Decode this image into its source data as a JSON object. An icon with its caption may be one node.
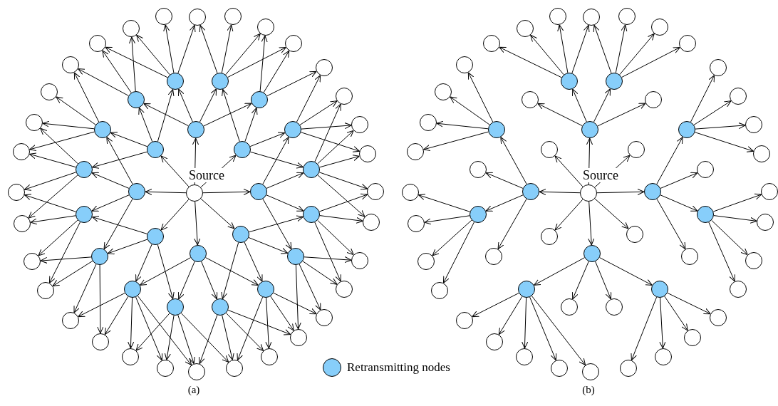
{
  "diagram": {
    "nodes": [
      {
        "text": [
          "Source"
        ]
      },
      {
        "text": [],
        "shape": "circle"
      },
      {
        "text": [],
        "shape": "circle"
      },
      {
        "text": [],
        "shape": "circle"
      },
      {
        "text": [],
        "shape": "circle"
      },
      {
        "text": [],
        "shape": "circle"
      },
      {
        "text": [],
        "shape": "circle"
      },
      {
        "text": [],
        "shape": "circle"
      },
      {
        "text": [],
        "shape": "circle"
      },
      {
        "text": [],
        "shape": "circle"
      },
      {
        "text": [],
        "shape": "circle"
      },
      {
        "text": [],
        "shape": "circle"
      },
      {
        "text": [],
        "shape": "circle"
      },
      {
        "text": [],
        "shape": "circle"
      },
      {
        "text": [],
        "shape": "circle"
      },
      {
        "text": [],
        "shape": "circle"
      },
      {
        "text": [],
        "shape": "circle"
      },
      {
        "text": [],
        "shape": "circle"
      },
      {
        "text": [],
        "shape": "circle"
      },
      {
        "text": [],
        "shape": "circle"
      },
      {
        "text": [],
        "shape": "circle"
      },
      {
        "text": [],
        "shape": "circle"
      },
      {
        "text": [],
        "shape": "circle"
      },
      {
        "text": [],
        "shape": "circle"
      },
      {
        "text": [],
        "shape": "circle"
      },
      {
        "text": [],
        "shape": "circle"
      },
      {
        "text": [],
        "shape": "circle"
      },
      {
        "text": [],
        "shape": "circle"
      },
      {
        "text": [],
        "shape": "circle"
      },
      {
        "text": [],
        "shape": "circle"
      },
      {
        "text": [],
        "shape": "circle"
      },
      {
        "text": [],
        "shape": "circle"
      },
      {
        "text": [],
        "shape": "circle"
      },
      {
        "text": [],
        "shape": "circle"
      },
      {
        "text": [],
        "shape": "circle"
      },
      {
        "text": [],
        "shape": "circle"
      },
      {
        "text": [],
        "shape": "circle"
      },
      {
        "text": [],
        "shape": "circle"
      },
      {
        "text": [],
        "shape": "circle"
      },
      {
        "text": [],
        "shape": "circle"
      },
      {
        "text": [],
        "shape": "circle"
      },
      {
        "text": [],
        "shape": "circle"
      },
      {
        "text": [],
        "shape": "circle"
      },
      {
        "text": [],
        "shape": "circle"
      },
      {
        "text": [],
        "shape": "circle"
      },
      {
        "text": [],
        "shape": "circle"
      },
      {
        "text": [],
        "shape": "circle"
      },
      {
        "text": [],
        "shape": "circle"
      },
      {
        "text": [],
        "shape": "circle"
      },
      {
        "text": [],
        "shape": "circle"
      },
      {
        "text": [],
        "shape": "circle"
      },
      {
        "text": [],
        "shape": "circle"
      },
      {
        "text": [],
        "shape": "circle"
      },
      {
        "text": [],
        "shape": "circle"
      },
      {
        "text": [],
        "shape": "circle"
      },
      {
        "text": [],
        "shape": "circle"
      },
      {
        "text": [],
        "shape": "circle"
      },
      {
        "text": [
          "Source"
        ]
      },
      {
        "text": [],
        "shape": "circle"
      },
      {
        "text": [],
        "shape": "circle"
      },
      {
        "text": [],
        "shape": "circle"
      },
      {
        "text": [],
        "shape": "circle"
      },
      {
        "text": [],
        "shape": "circle"
      },
      {
        "text": [],
        "shape": "circle"
      },
      {
        "text": [],
        "shape": "circle"
      },
      {
        "text": [],
        "shape": "circle"
      },
      {
        "text": [],
        "shape": "circle"
      },
      {
        "text": [],
        "shape": "circle"
      },
      {
        "text": [],
        "shape": "circle"
      },
      {
        "text": [],
        "shape": "circle"
      },
      {
        "text": [],
        "shape": "circle"
      },
      {
        "text": [],
        "shape": "circle"
      },
      {
        "text": [],
        "shape": "circle"
      },
      {
        "text": [],
        "shape": "circle"
      },
      {
        "text": [],
        "shape": "circle"
      },
      {
        "text": [],
        "shape": "circle"
      },
      {
        "text": [],
        "shape": "circle"
      },
      {
        "text": [],
        "shape": "circle"
      },
      {
        "text": [],
        "shape": "circle"
      },
      {
        "text": [],
        "shape": "circle"
      },
      {
        "text": [],
        "shape": "circle"
      },
      {
        "text": [],
        "shape": "circle"
      },
      {
        "text": [],
        "shape": "circle"
      },
      {
        "text": [],
        "shape": "circle"
      },
      {
        "text": [],
        "shape": "circle"
      },
      {
        "text": [],
        "shape": "circle"
      },
      {
        "text": [],
        "shape": "circle"
      },
      {
        "text": [],
        "shape": "circle"
      },
      {
        "text": [],
        "shape": "circle"
      },
      {
        "text": [],
        "shape": "circle"
      },
      {
        "text": [],
        "shape": "circle"
      },
      {
        "text": [],
        "shape": "circle"
      },
      {
        "text": [],
        "shape": "circle"
      },
      {
        "text": [],
        "shape": "circle"
      },
      {
        "text": [],
        "shape": "circle"
      },
      {
        "text": [],
        "shape": "circle"
      },
      {
        "text": [],
        "shape": "circle"
      },
      {
        "text": [],
        "shape": "circle"
      },
      {
        "text": [],
        "shape": "circle"
      },
      {
        "text": [],
        "shape": "circle"
      },
      {
        "text": [],
        "shape": "circle"
      },
      {
        "text": [],
        "shape": "circle"
      },
      {
        "text": [],
        "shape": "circle"
      },
      {
        "text": [],
        "shape": "circle"
      },
      {
        "text": [],
        "shape": "circle"
      },
      {
        "text": [],
        "shape": "circle"
      },
      {
        "text": [],
        "shape": "circle"
      },
      {
        "text": [],
        "shape": "circle"
      },
      {
        "text": [],
        "shape": "circle"
      },
      {
        "text": [],
        "shape": "circle"
      },
      {
        "text": [],
        "shape": "circle"
      },
      {
        "text": [],
        "shape": "circle"
      },
      {
        "text": [],
        "shape": "circle"
      },
      {
        "text": [],
        "shape": "circle"
      }
    ],
    "edges": [
      {
        "from": 0,
        "to": 6,
        "arrow": "to"
      },
      {
        "from": 0,
        "to": 7,
        "arrow": "to"
      },
      {
        "from": 0,
        "to": 8,
        "arrow": "to"
      },
      {
        "from": 0,
        "to": 12,
        "arrow": "to"
      },
      {
        "from": 0,
        "to": 13,
        "arrow": "to"
      },
      {
        "from": 0,
        "to": 16,
        "arrow": "to"
      },
      {
        "from": 0,
        "to": 17,
        "arrow": "to"
      },
      {
        "from": 0,
        "to": 18,
        "arrow": "to"
      },
      {
        "from": 1,
        "to": 30,
        "arrow": "to"
      },
      {
        "from": 1,
        "to": 31,
        "arrow": "to"
      },
      {
        "from": 1,
        "to": 32,
        "arrow": "to"
      },
      {
        "from": 1,
        "to": 33,
        "arrow": "to"
      },
      {
        "from": 2,
        "to": 33,
        "arrow": "to"
      },
      {
        "from": 2,
        "to": 34,
        "arrow": "to"
      },
      {
        "from": 2,
        "to": 35,
        "arrow": "to"
      },
      {
        "from": 2,
        "to": 36,
        "arrow": "to"
      },
      {
        "from": 3,
        "to": 29,
        "arrow": "to"
      },
      {
        "from": 3,
        "to": 30,
        "arrow": "to"
      },
      {
        "from": 3,
        "to": 31,
        "arrow": "to"
      },
      {
        "from": 4,
        "to": 35,
        "arrow": "to"
      },
      {
        "from": 4,
        "to": 36,
        "arrow": "to"
      },
      {
        "from": 4,
        "to": 37,
        "arrow": "to"
      },
      {
        "from": 5,
        "to": 26,
        "arrow": "to"
      },
      {
        "from": 5,
        "to": 27,
        "arrow": "to"
      },
      {
        "from": 5,
        "to": 28,
        "arrow": "to"
      },
      {
        "from": 5,
        "to": 29,
        "arrow": "to"
      },
      {
        "from": 6,
        "to": 1,
        "arrow": "to"
      },
      {
        "from": 6,
        "to": 2,
        "arrow": "to"
      },
      {
        "from": 6,
        "to": 3,
        "arrow": "to"
      },
      {
        "from": 6,
        "to": 4,
        "arrow": "to"
      },
      {
        "from": 7,
        "to": 1,
        "arrow": "to"
      },
      {
        "from": 7,
        "to": 3,
        "arrow": "to"
      },
      {
        "from": 7,
        "to": 5,
        "arrow": "to"
      },
      {
        "from": 7,
        "to": 10,
        "arrow": "to"
      },
      {
        "from": 8,
        "to": 2,
        "arrow": "to"
      },
      {
        "from": 8,
        "to": 4,
        "arrow": "to"
      },
      {
        "from": 8,
        "to": 9,
        "arrow": "to"
      },
      {
        "from": 8,
        "to": 11,
        "arrow": "to"
      },
      {
        "from": 9,
        "to": 37,
        "arrow": "to"
      },
      {
        "from": 9,
        "to": 38,
        "arrow": "to"
      },
      {
        "from": 9,
        "to": 39,
        "arrow": "to"
      },
      {
        "from": 9,
        "to": 40,
        "arrow": "to"
      },
      {
        "from": 10,
        "to": 25,
        "arrow": "to"
      },
      {
        "from": 10,
        "to": 26,
        "arrow": "to"
      },
      {
        "from": 10,
        "to": 27,
        "arrow": "to"
      },
      {
        "from": 10,
        "to": 56,
        "arrow": "to"
      },
      {
        "from": 11,
        "to": 38,
        "arrow": "to"
      },
      {
        "from": 11,
        "to": 39,
        "arrow": "to"
      },
      {
        "from": 11,
        "to": 40,
        "arrow": "to"
      },
      {
        "from": 11,
        "to": 41,
        "arrow": "to"
      },
      {
        "from": 11,
        "to": 42,
        "arrow": "to"
      },
      {
        "from": 12,
        "to": 5,
        "arrow": "to"
      },
      {
        "from": 12,
        "to": 10,
        "arrow": "to"
      },
      {
        "from": 12,
        "to": 14,
        "arrow": "to"
      },
      {
        "from": 12,
        "to": 19,
        "arrow": "to"
      },
      {
        "from": 13,
        "to": 9,
        "arrow": "to"
      },
      {
        "from": 13,
        "to": 11,
        "arrow": "to"
      },
      {
        "from": 13,
        "to": 15,
        "arrow": "to"
      },
      {
        "from": 13,
        "to": 20,
        "arrow": "to"
      },
      {
        "from": 14,
        "to": 25,
        "arrow": "to"
      },
      {
        "from": 14,
        "to": 56,
        "arrow": "to"
      },
      {
        "from": 14,
        "to": 55,
        "arrow": "to"
      },
      {
        "from": 14,
        "to": 54,
        "arrow": "to"
      },
      {
        "from": 15,
        "to": 41,
        "arrow": "to"
      },
      {
        "from": 15,
        "to": 42,
        "arrow": "to"
      },
      {
        "from": 15,
        "to": 43,
        "arrow": "to"
      },
      {
        "from": 15,
        "to": 44,
        "arrow": "to"
      },
      {
        "from": 16,
        "to": 14,
        "arrow": "to"
      },
      {
        "from": 16,
        "to": 19,
        "arrow": "to"
      },
      {
        "from": 16,
        "to": 21,
        "arrow": "to"
      },
      {
        "from": 16,
        "to": 23,
        "arrow": "to"
      },
      {
        "from": 17,
        "to": 15,
        "arrow": "to"
      },
      {
        "from": 17,
        "to": 20,
        "arrow": "to"
      },
      {
        "from": 17,
        "to": 22,
        "arrow": "to"
      },
      {
        "from": 17,
        "to": 24,
        "arrow": "to"
      },
      {
        "from": 18,
        "to": 21,
        "arrow": "to"
      },
      {
        "from": 18,
        "to": 22,
        "arrow": "to"
      },
      {
        "from": 18,
        "to": 23,
        "arrow": "to"
      },
      {
        "from": 18,
        "to": 24,
        "arrow": "to"
      },
      {
        "from": 19,
        "to": 55,
        "arrow": "to"
      },
      {
        "from": 19,
        "to": 54,
        "arrow": "to"
      },
      {
        "from": 19,
        "to": 53,
        "arrow": "to"
      },
      {
        "from": 19,
        "to": 52,
        "arrow": "to"
      },
      {
        "from": 20,
        "to": 43,
        "arrow": "to"
      },
      {
        "from": 20,
        "to": 44,
        "arrow": "to"
      },
      {
        "from": 20,
        "to": 45,
        "arrow": "to"
      },
      {
        "from": 20,
        "to": 46,
        "arrow": "to"
      },
      {
        "from": 21,
        "to": 53,
        "arrow": "to"
      },
      {
        "from": 21,
        "to": 52,
        "arrow": "to"
      },
      {
        "from": 21,
        "to": 51,
        "arrow": "to"
      },
      {
        "from": 21,
        "to": 50,
        "arrow": "to"
      },
      {
        "from": 21,
        "to": 49,
        "arrow": "to"
      },
      {
        "from": 22,
        "to": 45,
        "arrow": "to"
      },
      {
        "from": 22,
        "to": 46,
        "arrow": "to"
      },
      {
        "from": 22,
        "to": 47,
        "arrow": "to"
      },
      {
        "from": 22,
        "to": 48,
        "arrow": "to"
      },
      {
        "from": 23,
        "to": 51,
        "arrow": "to"
      },
      {
        "from": 23,
        "to": 50,
        "arrow": "to"
      },
      {
        "from": 23,
        "to": 49,
        "arrow": "to"
      },
      {
        "from": 23,
        "to": 48,
        "arrow": "to"
      },
      {
        "from": 24,
        "to": 49,
        "arrow": "to"
      },
      {
        "from": 24,
        "to": 48,
        "arrow": "to"
      },
      {
        "from": 24,
        "to": 47,
        "arrow": "to"
      },
      {
        "from": 24,
        "to": 46,
        "arrow": "to"
      },
      {
        "from": 57,
        "to": 63,
        "arrow": "to"
      },
      {
        "from": 57,
        "to": 64,
        "arrow": "to"
      },
      {
        "from": 57,
        "to": 65,
        "arrow": "to"
      },
      {
        "from": 57,
        "to": 69,
        "arrow": "to"
      },
      {
        "from": 57,
        "to": 70,
        "arrow": "to"
      },
      {
        "from": 57,
        "to": 73,
        "arrow": "to"
      },
      {
        "from": 57,
        "to": 74,
        "arrow": "to"
      },
      {
        "from": 57,
        "to": 75,
        "arrow": "to"
      },
      {
        "from": 58,
        "to": 87,
        "arrow": "to"
      },
      {
        "from": 58,
        "to": 88,
        "arrow": "to"
      },
      {
        "from": 58,
        "to": 89,
        "arrow": "to"
      },
      {
        "from": 58,
        "to": 90,
        "arrow": "to"
      },
      {
        "from": 59,
        "to": 90,
        "arrow": "to"
      },
      {
        "from": 59,
        "to": 91,
        "arrow": "to"
      },
      {
        "from": 59,
        "to": 92,
        "arrow": "to"
      },
      {
        "from": 59,
        "to": 93,
        "arrow": "to"
      },
      {
        "from": 62,
        "to": 83,
        "arrow": "to"
      },
      {
        "from": 62,
        "to": 84,
        "arrow": "to"
      },
      {
        "from": 62,
        "to": 85,
        "arrow": "to"
      },
      {
        "from": 62,
        "to": 86,
        "arrow": "to"
      },
      {
        "from": 63,
        "to": 58,
        "arrow": "to"
      },
      {
        "from": 63,
        "to": 59,
        "arrow": "to"
      },
      {
        "from": 63,
        "to": 60,
        "arrow": "to"
      },
      {
        "from": 63,
        "to": 61,
        "arrow": "to"
      },
      {
        "from": 66,
        "to": 94,
        "arrow": "to"
      },
      {
        "from": 66,
        "to": 95,
        "arrow": "to"
      },
      {
        "from": 66,
        "to": 96,
        "arrow": "to"
      },
      {
        "from": 66,
        "to": 97,
        "arrow": "to"
      },
      {
        "from": 69,
        "to": 62,
        "arrow": "to"
      },
      {
        "from": 69,
        "to": 67,
        "arrow": "to"
      },
      {
        "from": 69,
        "to": 71,
        "arrow": "to"
      },
      {
        "from": 69,
        "to": 76,
        "arrow": "to"
      },
      {
        "from": 70,
        "to": 66,
        "arrow": "to"
      },
      {
        "from": 70,
        "to": 68,
        "arrow": "to"
      },
      {
        "from": 70,
        "to": 72,
        "arrow": "to"
      },
      {
        "from": 70,
        "to": 77,
        "arrow": "to"
      },
      {
        "from": 71,
        "to": 82,
        "arrow": "to"
      },
      {
        "from": 71,
        "to": 113,
        "arrow": "to"
      },
      {
        "from": 71,
        "to": 112,
        "arrow": "to"
      },
      {
        "from": 71,
        "to": 111,
        "arrow": "to"
      },
      {
        "from": 72,
        "to": 98,
        "arrow": "to"
      },
      {
        "from": 72,
        "to": 99,
        "arrow": "to"
      },
      {
        "from": 72,
        "to": 100,
        "arrow": "to"
      },
      {
        "from": 72,
        "to": 101,
        "arrow": "to"
      },
      {
        "from": 75,
        "to": 78,
        "arrow": "to"
      },
      {
        "from": 75,
        "to": 79,
        "arrow": "to"
      },
      {
        "from": 75,
        "to": 80,
        "arrow": "to"
      },
      {
        "from": 75,
        "to": 81,
        "arrow": "to"
      },
      {
        "from": 78,
        "to": 110,
        "arrow": "to"
      },
      {
        "from": 78,
        "to": 109,
        "arrow": "to"
      },
      {
        "from": 78,
        "to": 108,
        "arrow": "to"
      },
      {
        "from": 78,
        "to": 107,
        "arrow": "to"
      },
      {
        "from": 78,
        "to": 106,
        "arrow": "to"
      },
      {
        "from": 79,
        "to": 102,
        "arrow": "to"
      },
      {
        "from": 79,
        "to": 103,
        "arrow": "to"
      },
      {
        "from": 79,
        "to": 104,
        "arrow": "to"
      },
      {
        "from": 79,
        "to": 105,
        "arrow": "to"
      }
    ],
    "labels": [
      "(a)",
      "(b)"
    ],
    "legend": [
      {
        "text": "Retransmitting nodes",
        "color": "#87cefa"
      }
    ]
  }
}
